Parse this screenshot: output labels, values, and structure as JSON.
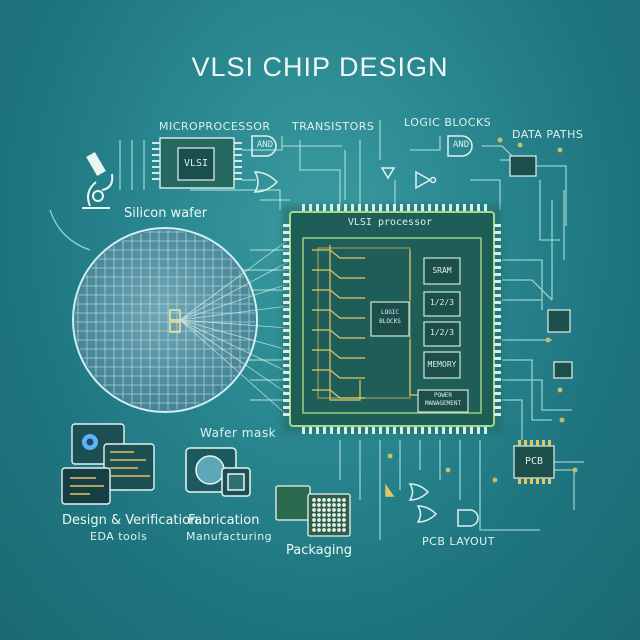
{
  "title": "VLSI CHIP DESIGN",
  "labels": {
    "microprocessor": "MICROPROCESSOR",
    "transistors": "TRANSISTORS",
    "logic_blocks": "LOGIC BLOCKS",
    "data_paths": "DATA PATHS",
    "silicon_wafer": "Silicon wafer",
    "wafer_mask": "Wafer mask",
    "design_verification": "Design & Verification",
    "eda_tools": "EDA tools",
    "fabrication": "Fabrication",
    "manufacturing": "Manufacturing",
    "packaging": "Packaging",
    "pcb_layout": "PCB LAYOUT"
  },
  "chip_text": {
    "vlsi": "VLSI",
    "and_1": "AND",
    "and_2": "AND",
    "processor_title": "VLSI processor",
    "sram": "SRAM",
    "block_a": "1/2/3",
    "block_b": "1/2/3",
    "logic_blocks_line1": "LOGIC",
    "logic_blocks_line2": "BLOCKS",
    "memory": "MEMORY",
    "power_line1": "POWER",
    "power_line2": "MANAGEMENT",
    "pcb": "PCB"
  },
  "colors": {
    "background": "#2a8790",
    "trace": "#bfe9e4",
    "chip_body": "#1d5e5a",
    "chip_border": "#a6e08a",
    "accent_yellow": "#e2c66a"
  },
  "icons": [
    "microscope-icon",
    "gear-icon",
    "code-window-icon",
    "wafer-mask-icon",
    "chip-package-icon",
    "pcb-chip-icon"
  ]
}
